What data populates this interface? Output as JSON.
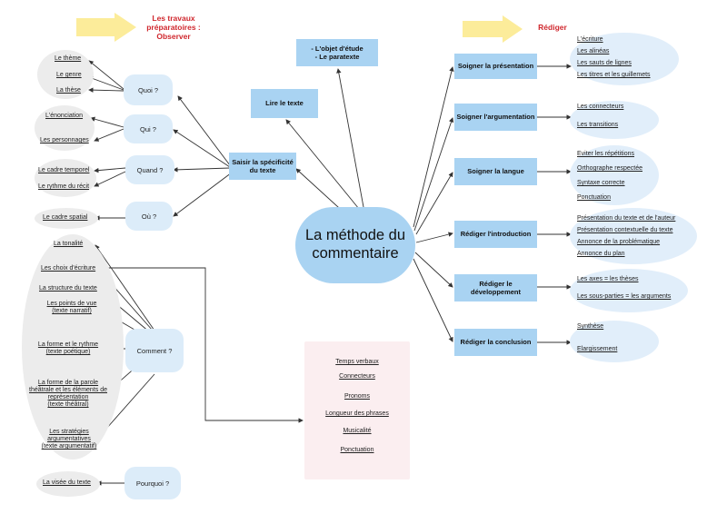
{
  "titles": {
    "observer": "Les travaux préparatoires : Observer",
    "rediger": "Rédiger"
  },
  "center": "La méthode du commentaire",
  "top_boxes": {
    "objet": "- L'objet d'étude\n- Le paratexte",
    "lire": "Lire le texte",
    "saisir": "Saisir la spécificité du texte"
  },
  "questions": {
    "quoi": "Quoi ?",
    "qui": "Qui ?",
    "quand": "Quand ?",
    "ou": "Où ?",
    "comment": "Comment ?",
    "pourquoi": "Pourquoi ?"
  },
  "left_items": {
    "quoi": [
      "Le thème",
      "Le genre",
      "La thèse"
    ],
    "qui": [
      "L'énonciation",
      "Les personnages"
    ],
    "quand": [
      "Le cadre temporel",
      "Le rythme du récit"
    ],
    "ou": [
      "Le cadre spatial"
    ],
    "comment": [
      "La tonalité",
      "Les choix d'écriture",
      "La structure du texte",
      "Les points de vue\n(texte narratif)",
      "La forme et le rythme\n(texte poétique)",
      "La forme de la parole\nthéâtrale et les éléments de\nreprésentation\n(texte théâtral)",
      "Les stratégies\nargumentatives\n(texte argumentatif)"
    ],
    "pourquoi": [
      "La visée du texte"
    ]
  },
  "ecriture_items": [
    "Temps verbaux",
    "Connecteurs",
    "Pronoms",
    "Longueur des phrases",
    "Musicalité",
    "Ponctuation"
  ],
  "right_boxes": [
    "Soigner la présentation",
    "Soigner l'argumentation",
    "Soigner la langue",
    "Rédiger l'introduction",
    "Rédiger le développement",
    "Rédiger la conclusion"
  ],
  "right_items": {
    "presentation": [
      "L'écriture",
      "Les alinéas",
      "Les sauts de lignes",
      "Les titres et les guillemets"
    ],
    "argumentation": [
      "Les connecteurs",
      "Les transitions"
    ],
    "langue": [
      "Eviter les répétitions",
      "Orthographe respectée",
      "Syntaxe correcte",
      "Ponctuation"
    ],
    "introduction": [
      "Présentation du texte et de l'auteur",
      "Présentation contextuelle du texte",
      "Annonce de la problématique",
      "Annonce du plan"
    ],
    "developpement": [
      "Les axes = les thèses",
      "Les sous-parties = les arguments"
    ],
    "conclusion": [
      "Synthèse",
      "Elargissement"
    ]
  },
  "colors": {
    "box": "#a9d3f2",
    "question": "#dcecf9",
    "title": "#d0282e",
    "arrow_banner": "#fcec9a"
  }
}
